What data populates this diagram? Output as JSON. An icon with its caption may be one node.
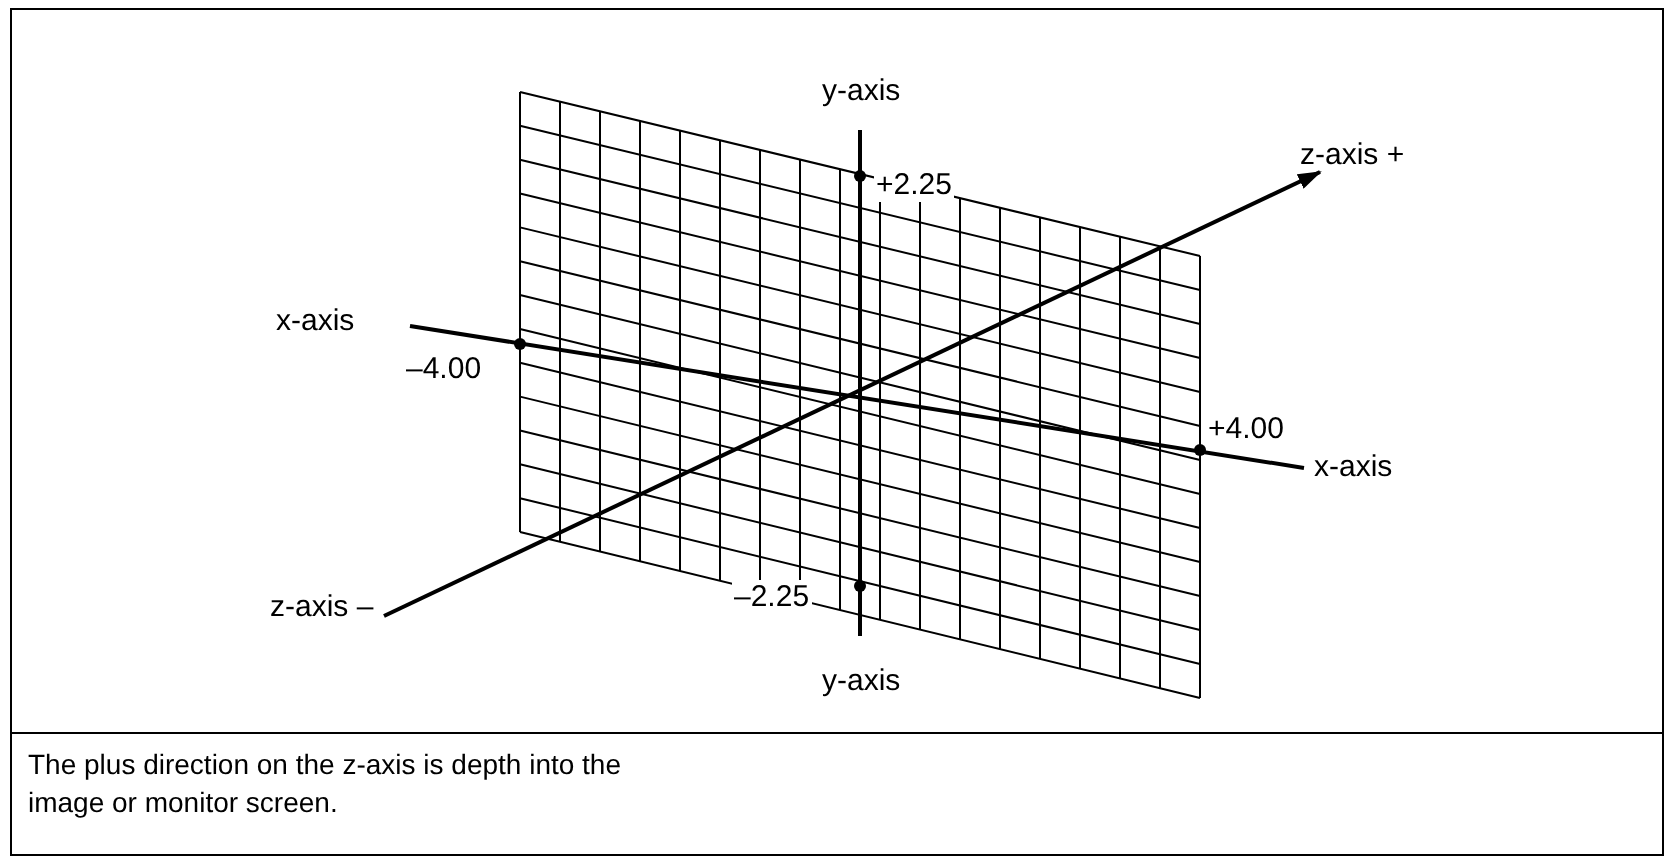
{
  "diagram": {
    "caption": "The plus direction on the z-axis is depth into the image or monitor screen.",
    "labels": [
      "y-axis",
      "+2.25",
      "z-axis +",
      "x-axis",
      "–4.00",
      "+4.00",
      "x-axis",
      "z-axis –",
      "–2.25",
      "y-axis"
    ]
  }
}
